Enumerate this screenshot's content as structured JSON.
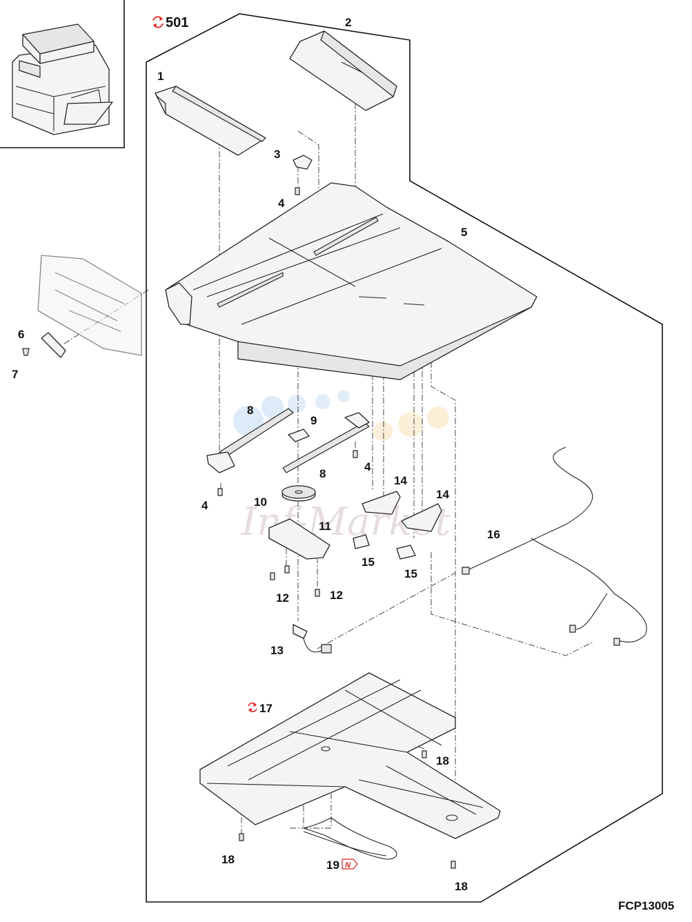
{
  "diagram": {
    "assembly_number": "501",
    "figure_code": "FCP13005",
    "watermark": "Inf-Market",
    "new_part_marker": "N",
    "parts": [
      {
        "key": "p1",
        "label": "1"
      },
      {
        "key": "p2",
        "label": "2"
      },
      {
        "key": "p3",
        "label": "3"
      },
      {
        "key": "p4a",
        "label": "4"
      },
      {
        "key": "p4b",
        "label": "4"
      },
      {
        "key": "p4c",
        "label": "4"
      },
      {
        "key": "p5",
        "label": "5"
      },
      {
        "key": "p6",
        "label": "6"
      },
      {
        "key": "p7",
        "label": "7"
      },
      {
        "key": "p8a",
        "label": "8"
      },
      {
        "key": "p8b",
        "label": "8"
      },
      {
        "key": "p9",
        "label": "9"
      },
      {
        "key": "p10",
        "label": "10"
      },
      {
        "key": "p11",
        "label": "11"
      },
      {
        "key": "p12a",
        "label": "12"
      },
      {
        "key": "p12b",
        "label": "12"
      },
      {
        "key": "p13",
        "label": "13"
      },
      {
        "key": "p14a",
        "label": "14"
      },
      {
        "key": "p14b",
        "label": "14"
      },
      {
        "key": "p15a",
        "label": "15"
      },
      {
        "key": "p15b",
        "label": "15"
      },
      {
        "key": "p16",
        "label": "16"
      },
      {
        "key": "p17",
        "label": "17"
      },
      {
        "key": "p18a",
        "label": "18"
      },
      {
        "key": "p18b",
        "label": "18"
      },
      {
        "key": "p18c",
        "label": "18"
      },
      {
        "key": "p19",
        "label": "19"
      }
    ]
  },
  "colors": {
    "rotate_icon": "#e0221f",
    "new_marker": "#e0221f",
    "watermark_dots": "#9fc3ea"
  },
  "icons": [
    "rotate-arrows-icon",
    "new-part-marker-icon"
  ]
}
